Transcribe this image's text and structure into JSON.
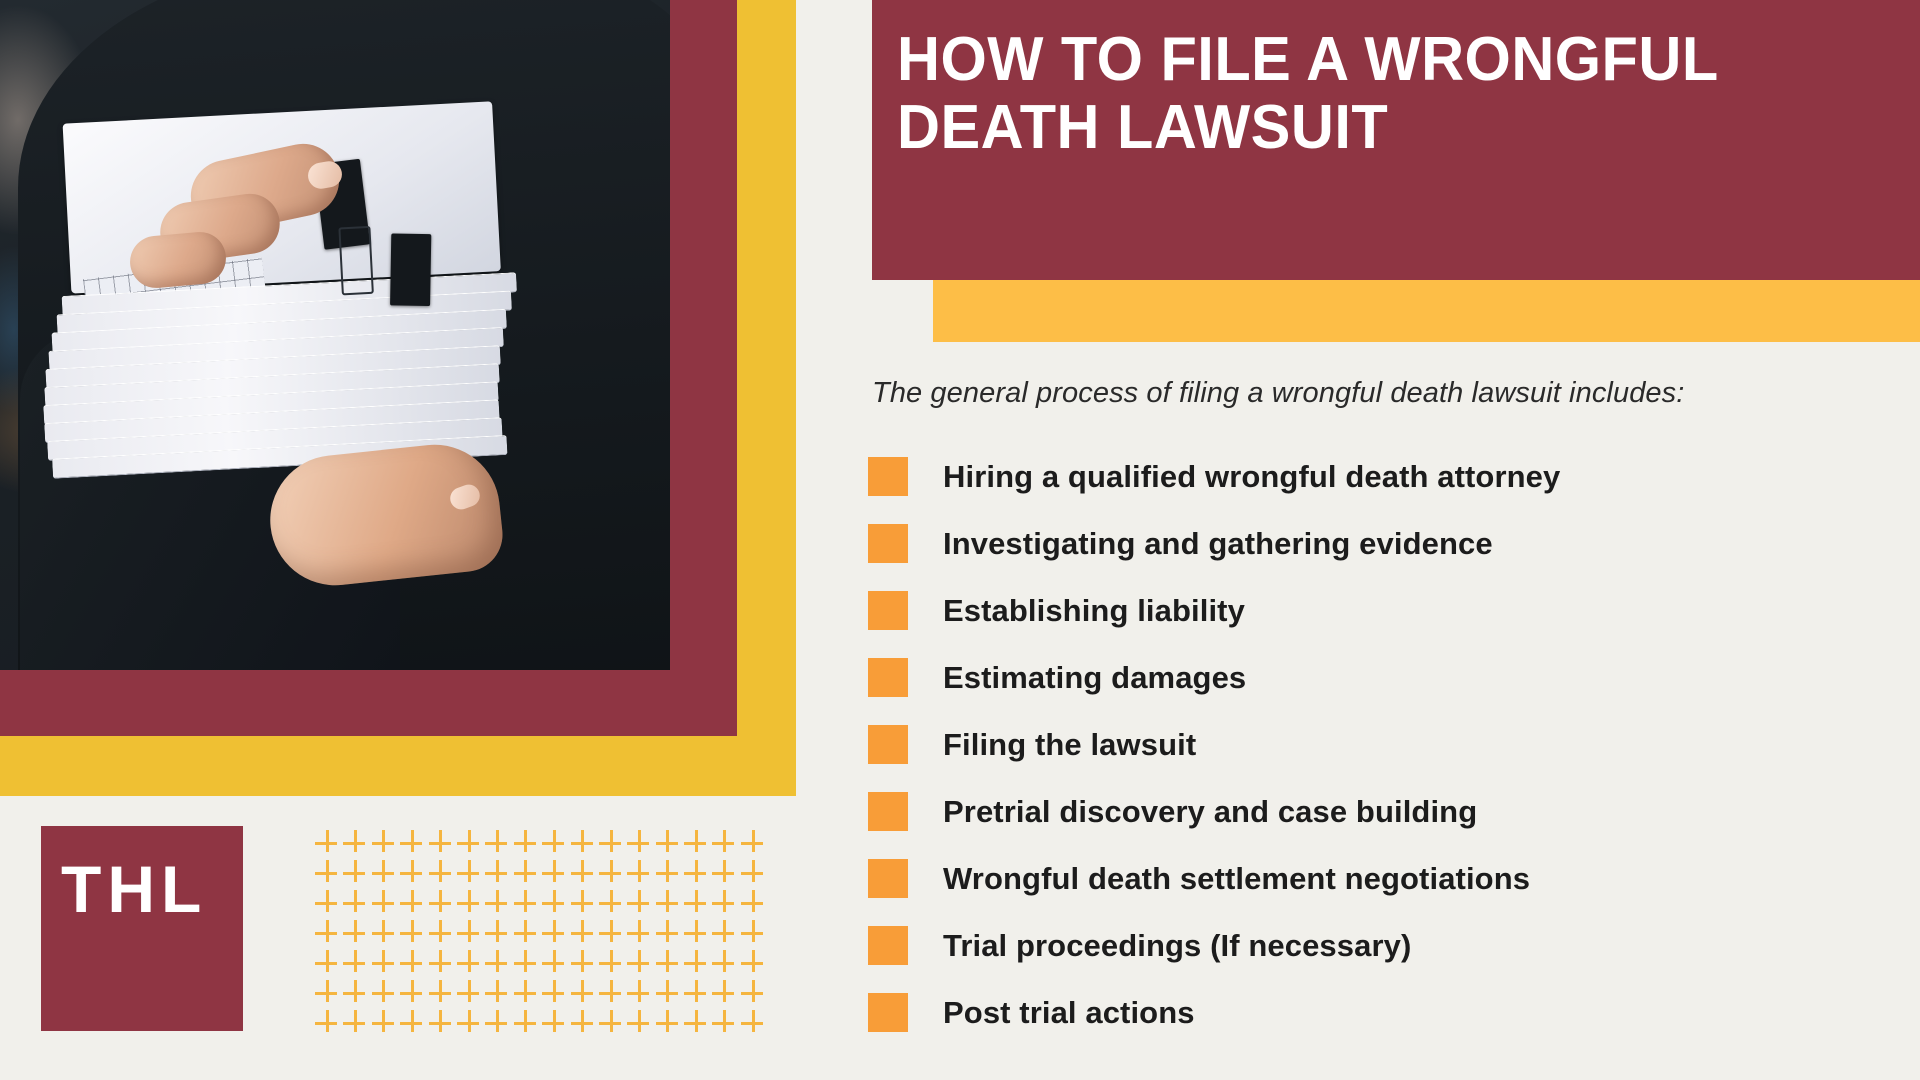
{
  "header": {
    "title": "HOW TO FILE A WRONGFUL DEATH LAWSUIT"
  },
  "body": {
    "subtitle": "The general process of filing a wrongful death lawsuit includes:",
    "steps": [
      {
        "label": "Hiring a qualified wrongful death attorney"
      },
      {
        "label": "Investigating and gathering evidence"
      },
      {
        "label": "Establishing liability"
      },
      {
        "label": "Estimating damages"
      },
      {
        "label": "Filing the lawsuit"
      },
      {
        "label": "Pretrial discovery and case building"
      },
      {
        "label": "Wrongful death settlement negotiations"
      },
      {
        "label": "Trial proceedings (If necessary)"
      },
      {
        "label": "Post trial actions"
      }
    ]
  },
  "branding": {
    "logo_text": "THL"
  },
  "decoration": {
    "plus_pattern": {
      "columns": 16,
      "rows": 7
    }
  },
  "photo": {
    "alt": "Person in a black suit holding a thick stack of legal documents with binder clips"
  },
  "colors": {
    "maroon": "#8f3543",
    "yellow": "#efc033",
    "amber_band": "#fdbe47",
    "orange_marker": "#f89d38",
    "plus_orange": "#f5b53f",
    "background": "#f1f0eb",
    "text_dark": "#1c1c1c",
    "text_light": "#ffffff"
  }
}
